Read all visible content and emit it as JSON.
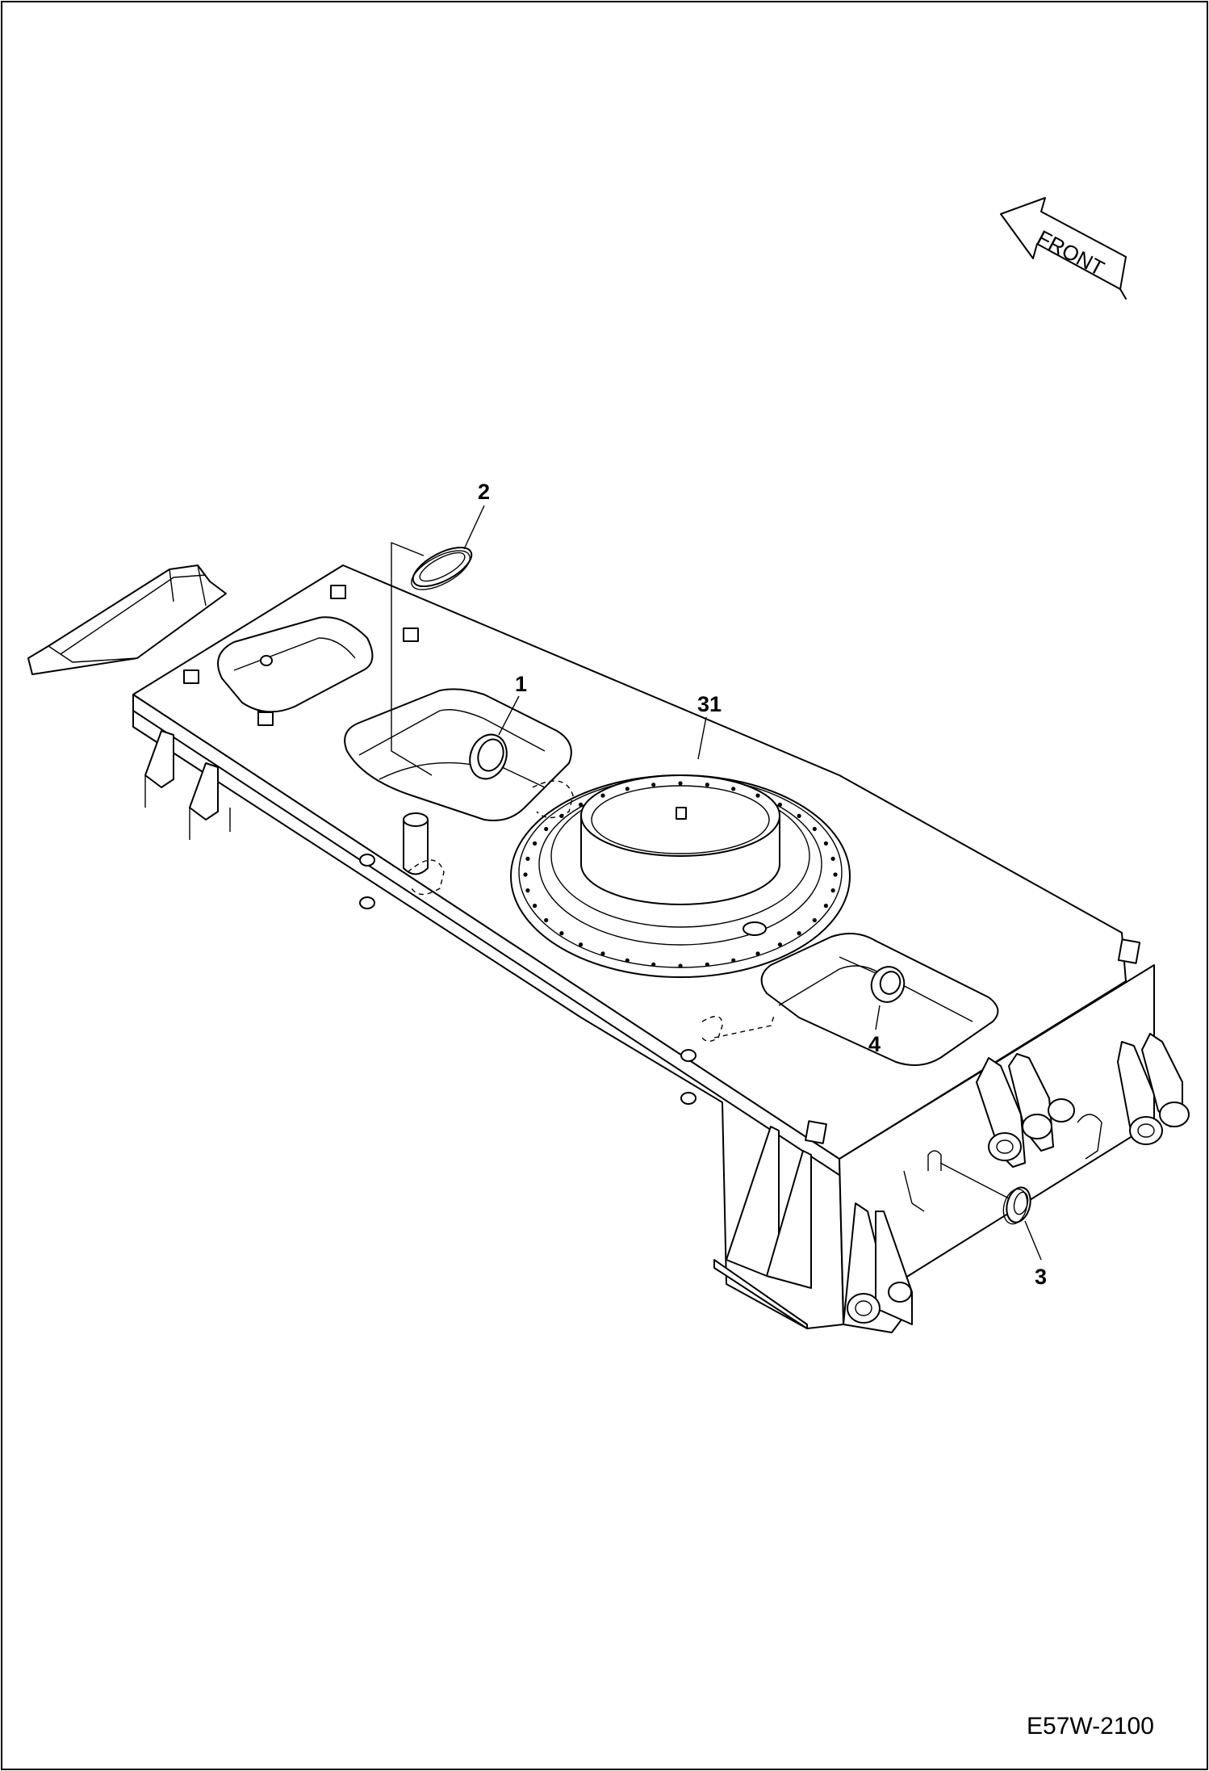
{
  "diagram": {
    "drawing_code": "E57W-2100",
    "direction_label": "FRONT",
    "callouts": [
      {
        "id": "1",
        "label": "1"
      },
      {
        "id": "2",
        "label": "2"
      },
      {
        "id": "3",
        "label": "3"
      },
      {
        "id": "4",
        "label": "4"
      },
      {
        "id": "31",
        "label": "31"
      }
    ]
  }
}
